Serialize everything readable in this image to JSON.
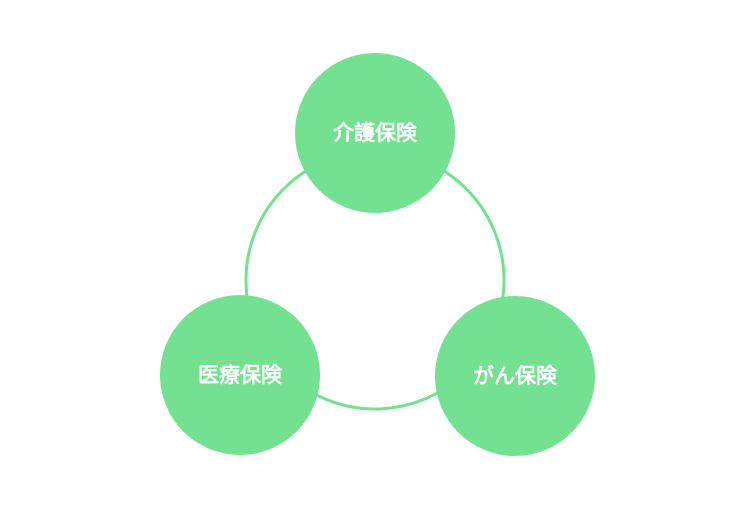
{
  "diagram": {
    "nodes": [
      {
        "id": "care",
        "label": "介護保険"
      },
      {
        "id": "medical",
        "label": "医療保険"
      },
      {
        "id": "cancer",
        "label": "がん保険"
      }
    ],
    "colors": {
      "node_fill": "#73E191",
      "ring_stroke": "#73E191",
      "label_text": "#ffffff",
      "background": "#ffffff"
    }
  }
}
